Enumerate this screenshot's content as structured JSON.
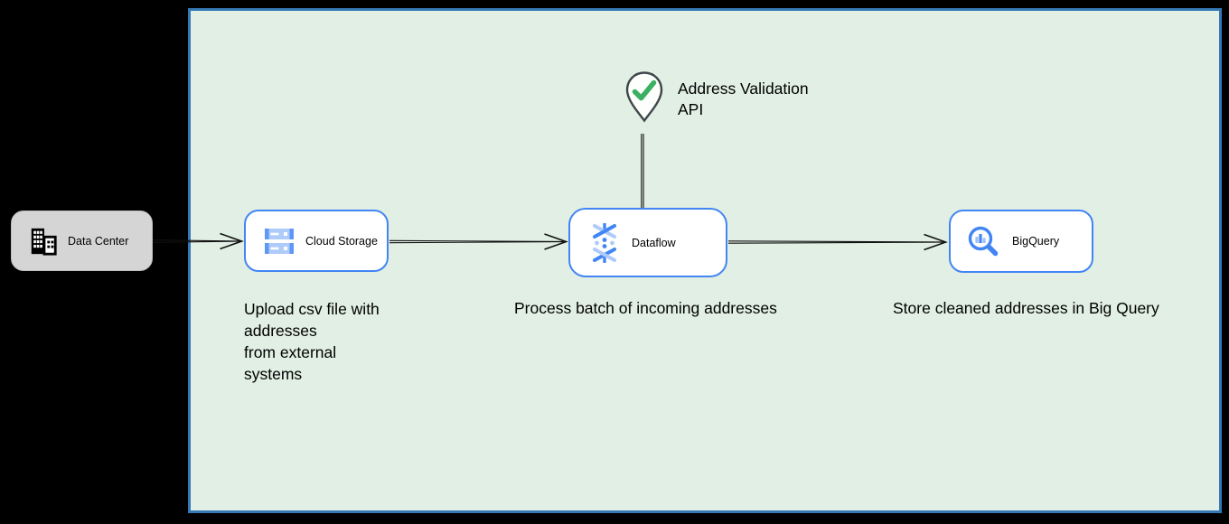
{
  "canvas": {
    "background": "#e1efe4",
    "border_color": "#3578b5"
  },
  "nodes": {
    "datacenter": {
      "label": "Data Center",
      "icon": "building-icon",
      "fill": "#d5d5d5"
    },
    "cloud_storage": {
      "label": "Cloud Storage",
      "icon": "cloud-storage-icon",
      "caption": "Upload csv file with\naddresses\nfrom external\nsystems"
    },
    "dataflow": {
      "label": "Dataflow",
      "icon": "dataflow-icon",
      "caption": "Process batch of incoming addresses"
    },
    "bigquery": {
      "label": "BigQuery",
      "icon": "bigquery-icon",
      "caption": "Store cleaned addresses in Big Query"
    }
  },
  "api_marker": {
    "label": "Address Validation\nAPI",
    "icon": "location-pin-checkmark-icon",
    "check_color": "#3bb062",
    "pin_outline": "#3f464b"
  },
  "flow": [
    "Data Center -> Cloud Storage",
    "Cloud Storage -> Dataflow",
    "Dataflow -> BigQuery",
    "Address Validation API - Dataflow"
  ],
  "colors": {
    "node_border": "#4285f4",
    "icon_blue": "#4285f4",
    "icon_blue_light": "#aecbfa",
    "icon_blue_mid": "#5e97f6",
    "arrow": "#111111"
  }
}
